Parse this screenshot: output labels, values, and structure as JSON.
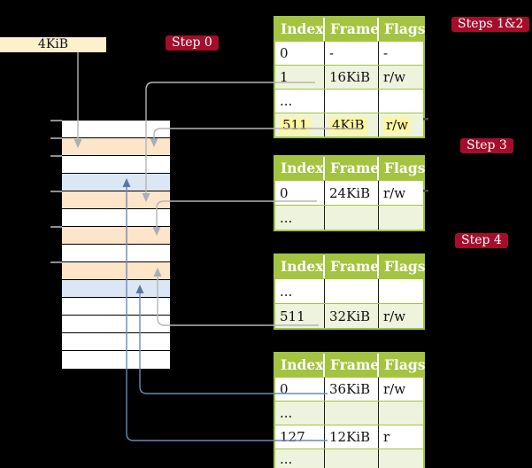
{
  "frame_size_box": {
    "label": "4KiB"
  },
  "step_badges": {
    "step0": "Step 0",
    "steps12": "Steps 1&2",
    "step3": "Step 3",
    "step4": "Step 4"
  },
  "memory": {
    "rows": [
      {
        "color": "#ffffff"
      },
      {
        "color": "#fce5c8"
      },
      {
        "color": "#ffffff"
      },
      {
        "color": "#dbe7f5"
      },
      {
        "color": "#fce5c8"
      },
      {
        "color": "#ffffff"
      },
      {
        "color": "#fce5c8"
      },
      {
        "color": "#ffffff"
      },
      {
        "color": "#fce5c8"
      },
      {
        "color": "#dbe7f5"
      },
      {
        "color": "#ffffff"
      },
      {
        "color": "#ffffff"
      },
      {
        "color": "#ffffff"
      },
      {
        "color": "#ffffff"
      }
    ]
  },
  "tables": [
    {
      "headers": [
        "Index",
        "Frame",
        "Flags"
      ],
      "rows": [
        {
          "cells": [
            "0",
            "-",
            "-"
          ],
          "bg": "#ffffff"
        },
        {
          "cells": [
            "1",
            "16KiB",
            "r/w"
          ],
          "bg": "#eef3dd"
        },
        {
          "cells": [
            "...",
            "",
            ""
          ],
          "bg": "#ffffff"
        },
        {
          "cells": [
            "511",
            "4KiB",
            "r/w"
          ],
          "bg": "#eef3dd",
          "hl": "#fdf6a3"
        }
      ]
    },
    {
      "headers": [
        "Index",
        "Frame",
        "Flags"
      ],
      "rows": [
        {
          "cells": [
            "0",
            "24KiB",
            "r/w"
          ],
          "bg": "#ffffff"
        },
        {
          "cells": [
            "...",
            "",
            ""
          ],
          "bg": "#eef3dd"
        }
      ]
    },
    {
      "headers": [
        "Index",
        "Frame",
        "Flags"
      ],
      "rows": [
        {
          "cells": [
            "...",
            "",
            ""
          ],
          "bg": "#ffffff"
        },
        {
          "cells": [
            "511",
            "32KiB",
            "r/w"
          ],
          "bg": "#eef3dd"
        }
      ]
    },
    {
      "headers": [
        "Index",
        "Frame",
        "Flags"
      ],
      "rows": [
        {
          "cells": [
            "0",
            "36KiB",
            "r/w"
          ],
          "bg": "#ffffff"
        },
        {
          "cells": [
            "...",
            "",
            ""
          ],
          "bg": "#eef3dd"
        },
        {
          "cells": [
            "127",
            "12KiB",
            "r"
          ],
          "bg": "#ffffff"
        },
        {
          "cells": [
            "...",
            "",
            ""
          ],
          "bg": "#eef3dd"
        }
      ]
    }
  ],
  "colors": {
    "background": "#000000",
    "badge_red": "#a60d2b",
    "table_header_green": "#a3c440",
    "table_row_green": "#eef3dd",
    "highlight_yellow": "#fdf6a3",
    "frame_orange": "#fce5c8",
    "frame_blue": "#dbe7f5",
    "box_cream": "#fcf0cd",
    "arrow_gray": "#b5b5b5",
    "arrow_blue": "#6d87b8"
  }
}
